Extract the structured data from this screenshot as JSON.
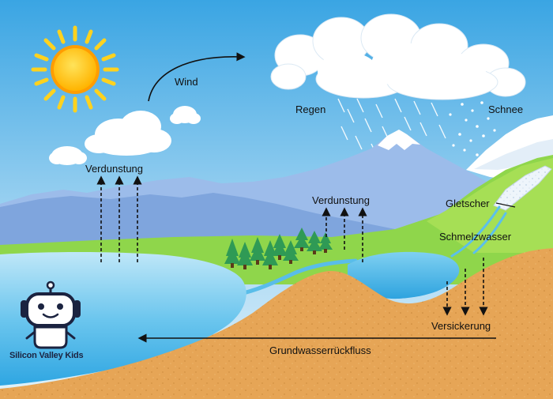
{
  "labels": {
    "wind": "Wind",
    "evaporation_left": "Verdunstung",
    "evaporation_lake": "Verdunstung",
    "rain": "Regen",
    "snow": "Schnee",
    "glacier": "Gletscher",
    "meltwater": "Schmelzwasser",
    "infiltration": "Versickerung",
    "groundwater_flow": "Grundwasserrückfluss"
  },
  "logo": {
    "text": "Silicon Valley Kids",
    "icon": "robot-mascot-icon"
  },
  "colors": {
    "sky_top": "#3fa9e6",
    "sky_bottom": "#cfeaf8",
    "sun": "#ffd21e",
    "sun_core": "#ffb000",
    "mountain": "#8fb4e6",
    "mountain_dark": "#6f96d6",
    "grass": "#8ed64a",
    "grass_light": "#b4e35a",
    "soil": "#e7a95a",
    "soil_dark": "#d99245",
    "water": "#4bb7ea",
    "water_light": "#bde6f7",
    "tree": "#2f9a55",
    "snow": "#ffffff",
    "arrow": "#111111"
  }
}
